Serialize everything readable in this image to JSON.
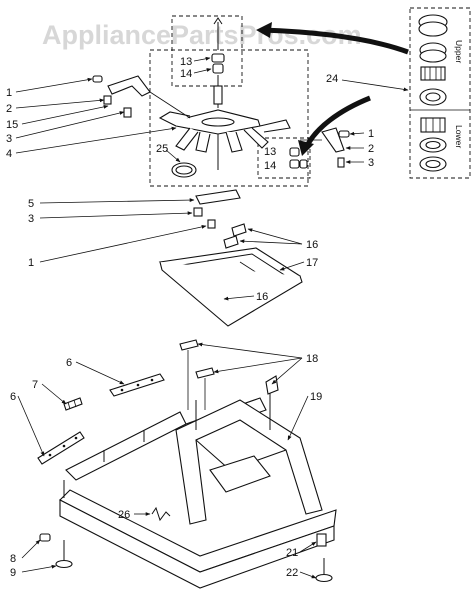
{
  "watermark": "AppliancePartsPros.com",
  "side_labels": {
    "upper": "Upper",
    "lower": "Lower"
  },
  "callouts": {
    "c1a": "1",
    "c2a": "2",
    "c15": "15",
    "c3a": "3",
    "c4": "4",
    "c13a": "13",
    "c14a": "14",
    "c24": "24",
    "c25": "25",
    "c13b": "13",
    "c14b": "14",
    "c1b": "1",
    "c2b": "2",
    "c3b": "3",
    "c5": "5",
    "c3c": "3",
    "c1c": "1",
    "c16a": "16",
    "c17": "17",
    "c16b": "16",
    "c6a": "6",
    "c7": "7",
    "c6b": "6",
    "c18": "18",
    "c19": "19",
    "c26": "26",
    "c8": "8",
    "c9": "9",
    "c21": "21",
    "c22": "22"
  }
}
